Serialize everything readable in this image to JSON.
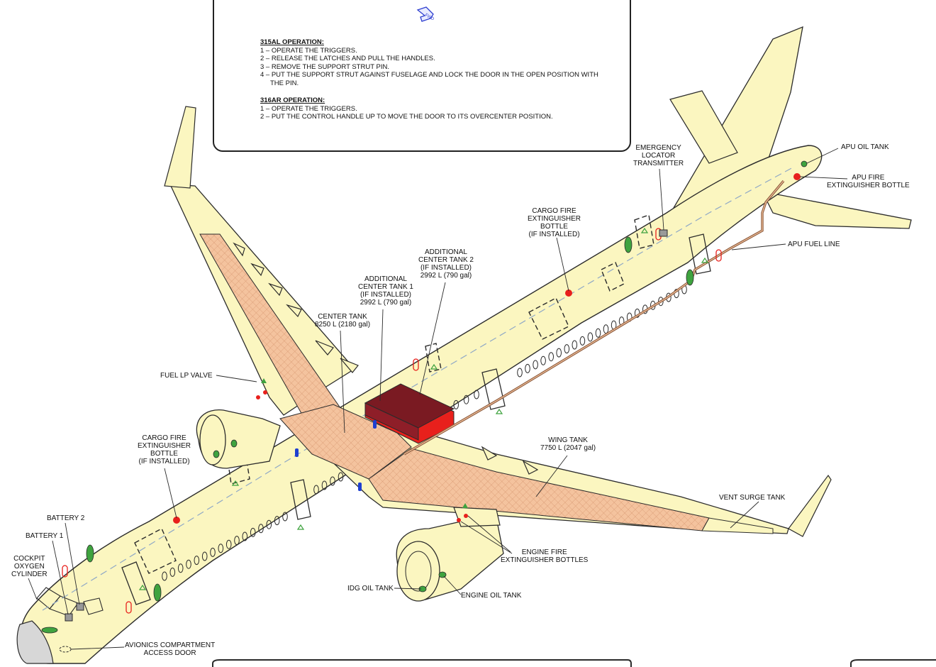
{
  "procedure": {
    "sections": [
      {
        "heading": "315AL OPERATION:",
        "steps": [
          "1 – OPERATE THE TRIGGERS.",
          "2 – RELEASE THE LATCHES AND PULL THE HANDLES.",
          "3 – REMOVE THE SUPPORT STRUT PIN.",
          "4 – PUT THE SUPPORT STRUT AGAINST FUSELAGE AND LOCK THE DOOR IN THE OPEN POSITION WITH",
          "THE PIN."
        ]
      },
      {
        "heading": "316AR OPERATION:",
        "steps": [
          "1 – OPERATE THE TRIGGERS.",
          "2 – PUT THE CONTROL HANDLE UP TO MOVE THE DOOR TO ITS OVERCENTER POSITION."
        ]
      }
    ],
    "fwd_label": "FWD"
  },
  "labels": {
    "elt": [
      "EMERGENCY",
      "LOCATOR",
      "TRANSMITTER"
    ],
    "apu_oil_tank": "APU OIL TANK",
    "apu_fire_bottle": [
      "APU FIRE",
      "EXTINGUISHER BOTTLE"
    ],
    "apu_fuel_line": "APU FUEL LINE",
    "cargo_fire_aft": [
      "CARGO FIRE",
      "EXTINGUISHER",
      "BOTTLE",
      "(IF INSTALLED)"
    ],
    "act2": [
      "ADDITIONAL",
      "CENTER TANK 2",
      "(IF INSTALLED)",
      "2992 L (790 gal)"
    ],
    "act1": [
      "ADDITIONAL",
      "CENTER TANK 1",
      "(IF INSTALLED)",
      "2992 L (790 gal)"
    ],
    "center_tank": [
      "CENTER TANK",
      "8250 L (2180 gal)"
    ],
    "fuel_lp_valve": "FUEL LP VALVE",
    "cargo_fire_fwd": [
      "CARGO FIRE",
      "EXTINGUISHER",
      "BOTTLE",
      "(IF INSTALLED)"
    ],
    "wing_tank": [
      "WING TANK",
      "7750 L (2047 gal)"
    ],
    "vent_surge_tank": "VENT SURGE TANK",
    "battery2": "BATTERY 2",
    "battery1": "BATTERY 1",
    "cockpit_oxygen": [
      "COCKPIT",
      "OXYGEN",
      "CYLINDER"
    ],
    "engine_fire": [
      "ENGINE FIRE",
      "EXTINGUISHER BOTTLES"
    ],
    "idg_oil_tank": "IDG OIL TANK",
    "engine_oil_tank": "ENGINE OIL TANK",
    "avionics_door": [
      "AVIONICS COMPARTMENT",
      "ACCESS DOOR"
    ]
  },
  "colors": {
    "airframe": "#FBF6C0",
    "outline": "#2b2b2b",
    "fuel_tank": "#F4C39E",
    "additional_tank": "#7A1A22",
    "fire_bottle": "#E8201C",
    "oil_tank": "#3FA33F",
    "valve": "#1E3FD0",
    "fuel_line": "#8B5A3C"
  }
}
